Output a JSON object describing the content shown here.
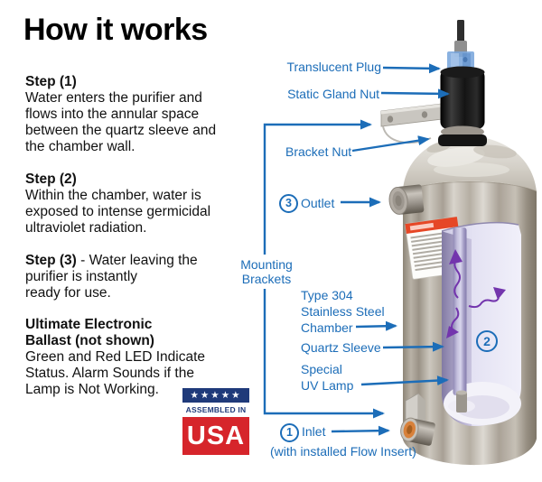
{
  "colors": {
    "label_blue": "#1c6db8",
    "uv_purple": "#7335ad",
    "usa_red": "#d6252b",
    "flag_navy": "#1f3a7a"
  },
  "left_panel": {
    "title": "How it works",
    "steps": [
      {
        "heading": "Step (1)",
        "body": "Water enters the purifier and\nflows into the annular space\nbetween the quartz sleeve and\nthe chamber wall."
      },
      {
        "heading": "Step (2)",
        "body": "Within the chamber, water is\nexposed to intense germicidal\nultraviolet radiation."
      },
      {
        "heading": "Step (3)",
        "body": "- Water leaving the\npurifier is instantly\nready for use."
      }
    ],
    "ballast": {
      "heading": "Ultimate Electronic\nBallast (not shown)",
      "body": "Green and Red LED Indicate\nStatus. Alarm Sounds if the\nLamp is Not Working."
    },
    "badge": {
      "stars": "★★★★★",
      "assembled_in": "ASSEMBLED IN",
      "country": "USA"
    }
  },
  "diagram": {
    "labels": {
      "translucent_plug": "Translucent Plug",
      "static_gland_nut": "Static Gland Nut",
      "bracket_nut": "Bracket Nut",
      "outlet": "Outlet",
      "outlet_num": "3",
      "mounting_brackets": "Mounting\nBrackets",
      "chamber": "Type 304\nStainless Steel\nChamber",
      "quartz_sleeve": "Quartz Sleeve",
      "uv_lamp": "Special\nUV Lamp",
      "inlet": "Inlet",
      "inlet_num": "1",
      "inlet_sub": "(with installed Flow Insert)",
      "chamber_interior_num": "2"
    }
  }
}
